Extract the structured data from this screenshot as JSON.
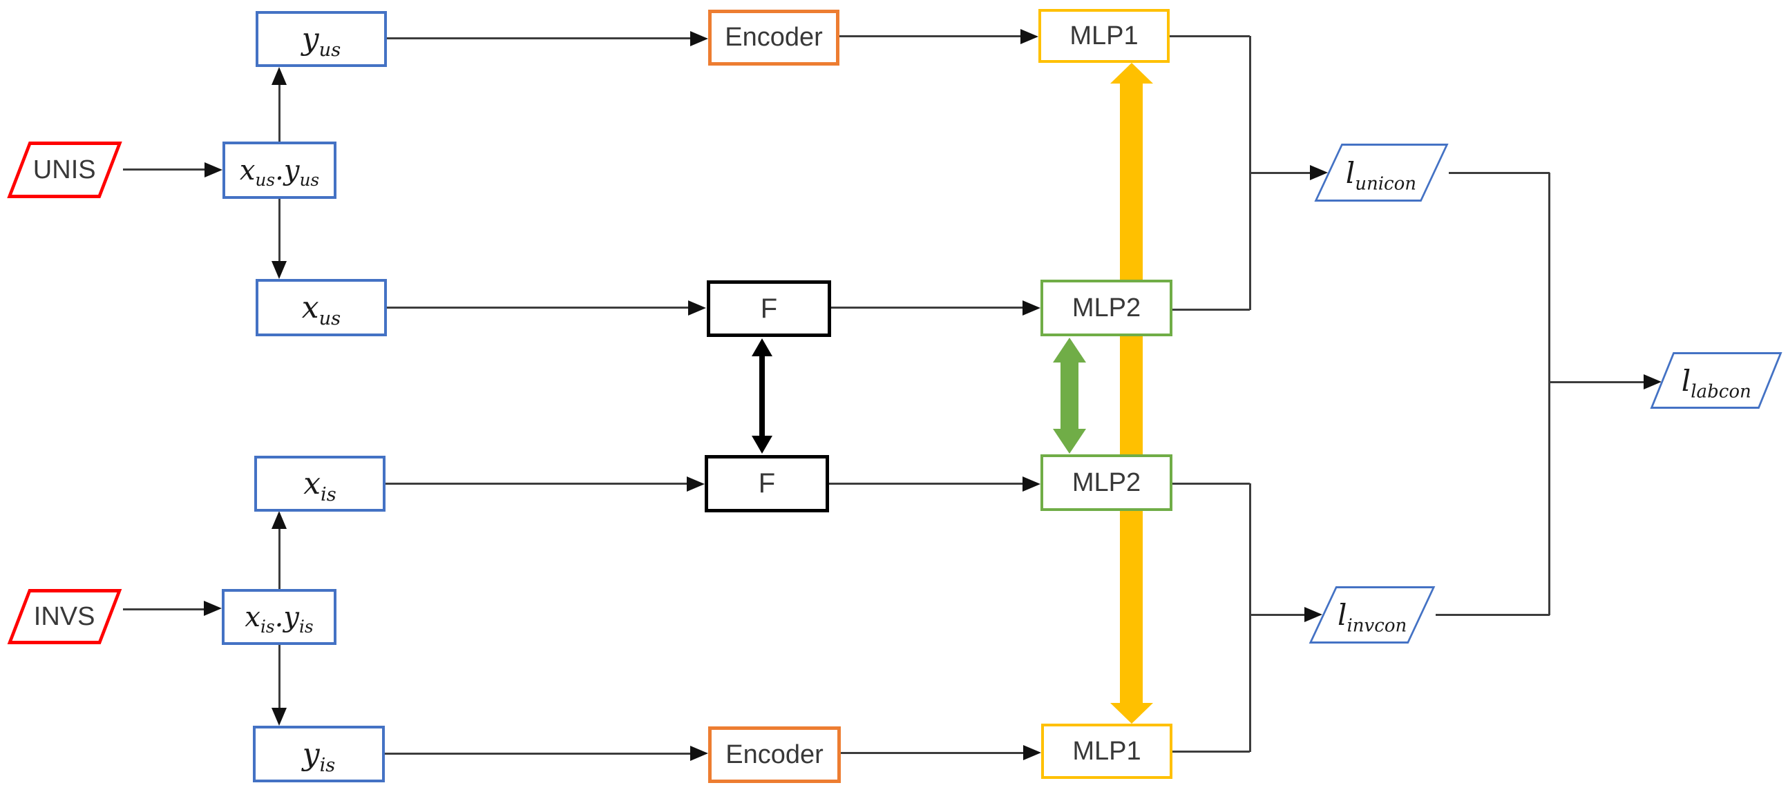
{
  "theme": {
    "blue": "#4472C4",
    "red": "#FF0000",
    "orange": "#ED7D31",
    "gold": "#FFC000",
    "green": "#70AD47",
    "line": "#3c3c3c",
    "arrow": "#111111",
    "black": "#000000",
    "text": "#383838",
    "canvas_bg": "#FFFFFF"
  },
  "nodes": {
    "unis": {
      "label": "UNIS"
    },
    "invs": {
      "label": "INVS"
    },
    "y_us": {
      "main": "y",
      "sub": "us"
    },
    "x_us_y_us": {
      "main1": "x",
      "sub1": "us",
      "sep": ".",
      "main2": "y",
      "sub2": "us"
    },
    "x_us": {
      "main": "x",
      "sub": "us"
    },
    "x_is": {
      "main": "x",
      "sub": "is"
    },
    "x_is_y_is": {
      "main1": "x",
      "sub1": "is",
      "sep": ".",
      "main2": "y",
      "sub2": "is"
    },
    "y_is": {
      "main": "y",
      "sub": "is"
    },
    "encoder_top": {
      "label": "Encoder"
    },
    "encoder_bottom": {
      "label": "Encoder"
    },
    "f_top": {
      "label": "F"
    },
    "f_bottom": {
      "label": "F"
    },
    "mlp1_top": {
      "label": "MLP1"
    },
    "mlp1_bottom": {
      "label": "MLP1"
    },
    "mlp2_top": {
      "label": "MLP2"
    },
    "mlp2_bottom": {
      "label": "MLP2"
    },
    "l_unicon": {
      "main": "l",
      "sub": "unicon"
    },
    "l_invcon": {
      "main": "l",
      "sub": "invcon"
    },
    "l_labcon": {
      "main": "l",
      "sub": "labcon"
    }
  },
  "links": {
    "f_pair": {
      "type": "double-arrow",
      "color": "#000000"
    },
    "mlp2_pair": {
      "type": "double-arrow",
      "color": "#70AD47"
    },
    "mlp1_pair": {
      "type": "double-arrow",
      "color": "#FFC000"
    }
  }
}
